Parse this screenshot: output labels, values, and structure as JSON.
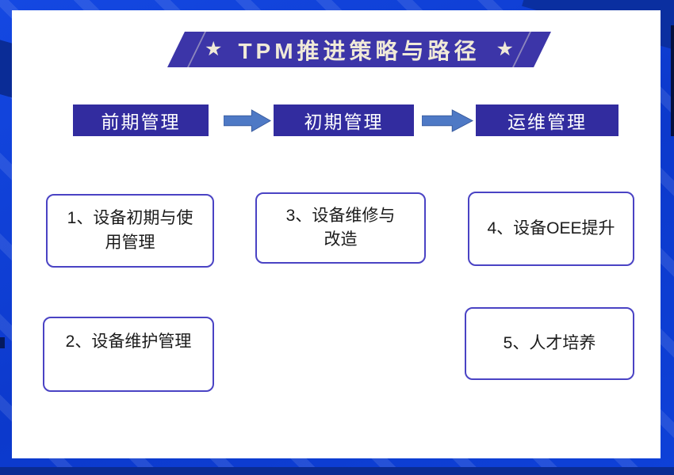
{
  "page": {
    "frame_color": "#0D3FD6",
    "accent_color": "#0A2B92",
    "canvas_background": "#FFFFFF"
  },
  "title_banner": {
    "text": "TPM推进策略与路径",
    "star_glyph": "★",
    "background": "#3C35A8",
    "text_color": "#F0EAD8"
  },
  "stages": {
    "background": "#322C9F",
    "text_color": "#FFFFFF",
    "items": [
      {
        "label": "前期管理"
      },
      {
        "label": "初期管理"
      },
      {
        "label": "运维管理"
      }
    ]
  },
  "arrows": {
    "color": "#4E79C5",
    "outline_color": "#36589B",
    "direction": "right"
  },
  "cards": {
    "border_color": "#4A43C4",
    "text_color": "#1B1B1B",
    "items": [
      {
        "label": "1、设备初期与使\n用管理"
      },
      {
        "label": "2、设备维护管理"
      },
      {
        "label": "3、设备维修与\n改造"
      },
      {
        "label": "4、设备OEE提升"
      },
      {
        "label": "5、人才培养"
      }
    ]
  }
}
